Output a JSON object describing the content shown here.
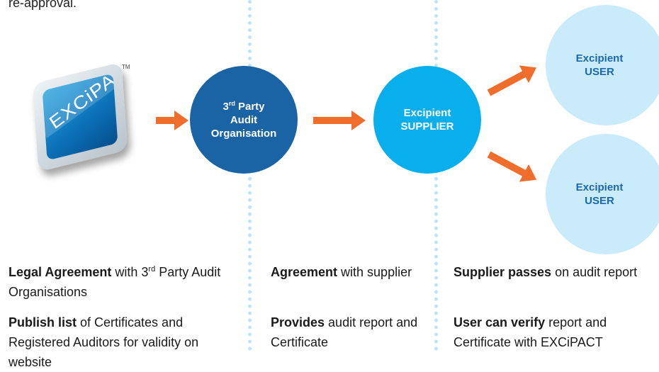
{
  "top_text": "re-approval.",
  "logo": {
    "text": "EXCiPACT",
    "tm": "TM"
  },
  "nodes": {
    "audit": {
      "line1_num": "3",
      "line1_sup": "rd",
      "line1_rest": "Party",
      "line2": "Audit",
      "line3": "Organisation"
    },
    "supplier": {
      "line1": "Excipient",
      "line2": "SUPPLIER"
    },
    "user1": {
      "line1": "Excipient",
      "line2": "USER"
    },
    "user2": {
      "line1": "Excipient",
      "line2": "USER"
    }
  },
  "columns": {
    "left": {
      "p1_bold": "Legal Agreement",
      "p1_a": " with 3",
      "p1_sup": "rd",
      "p1_b": " Party Audit Organisations",
      "p2_bold": "Publish list",
      "p2_rest": " of Certificates and Registered Auditors for validity on website"
    },
    "middle": {
      "p1_bold": "Agreement",
      "p1_rest": " with supplier",
      "p2_bold": "Provides",
      "p2_rest": " audit report and Certificate"
    },
    "right": {
      "p1_bold": "Supplier passes",
      "p1_rest": " on audit report",
      "p2_bold": "User can verify",
      "p2_rest": " report and Certificate with EXCiPACT"
    }
  },
  "colors": {
    "arrow": "#f06d2b",
    "audit_circle": "#1a64a6",
    "supplier_circle": "#09aeed",
    "user_circle": "#c9ebfa",
    "user_text": "#1b68b0",
    "separator": "#bfe3f5"
  }
}
